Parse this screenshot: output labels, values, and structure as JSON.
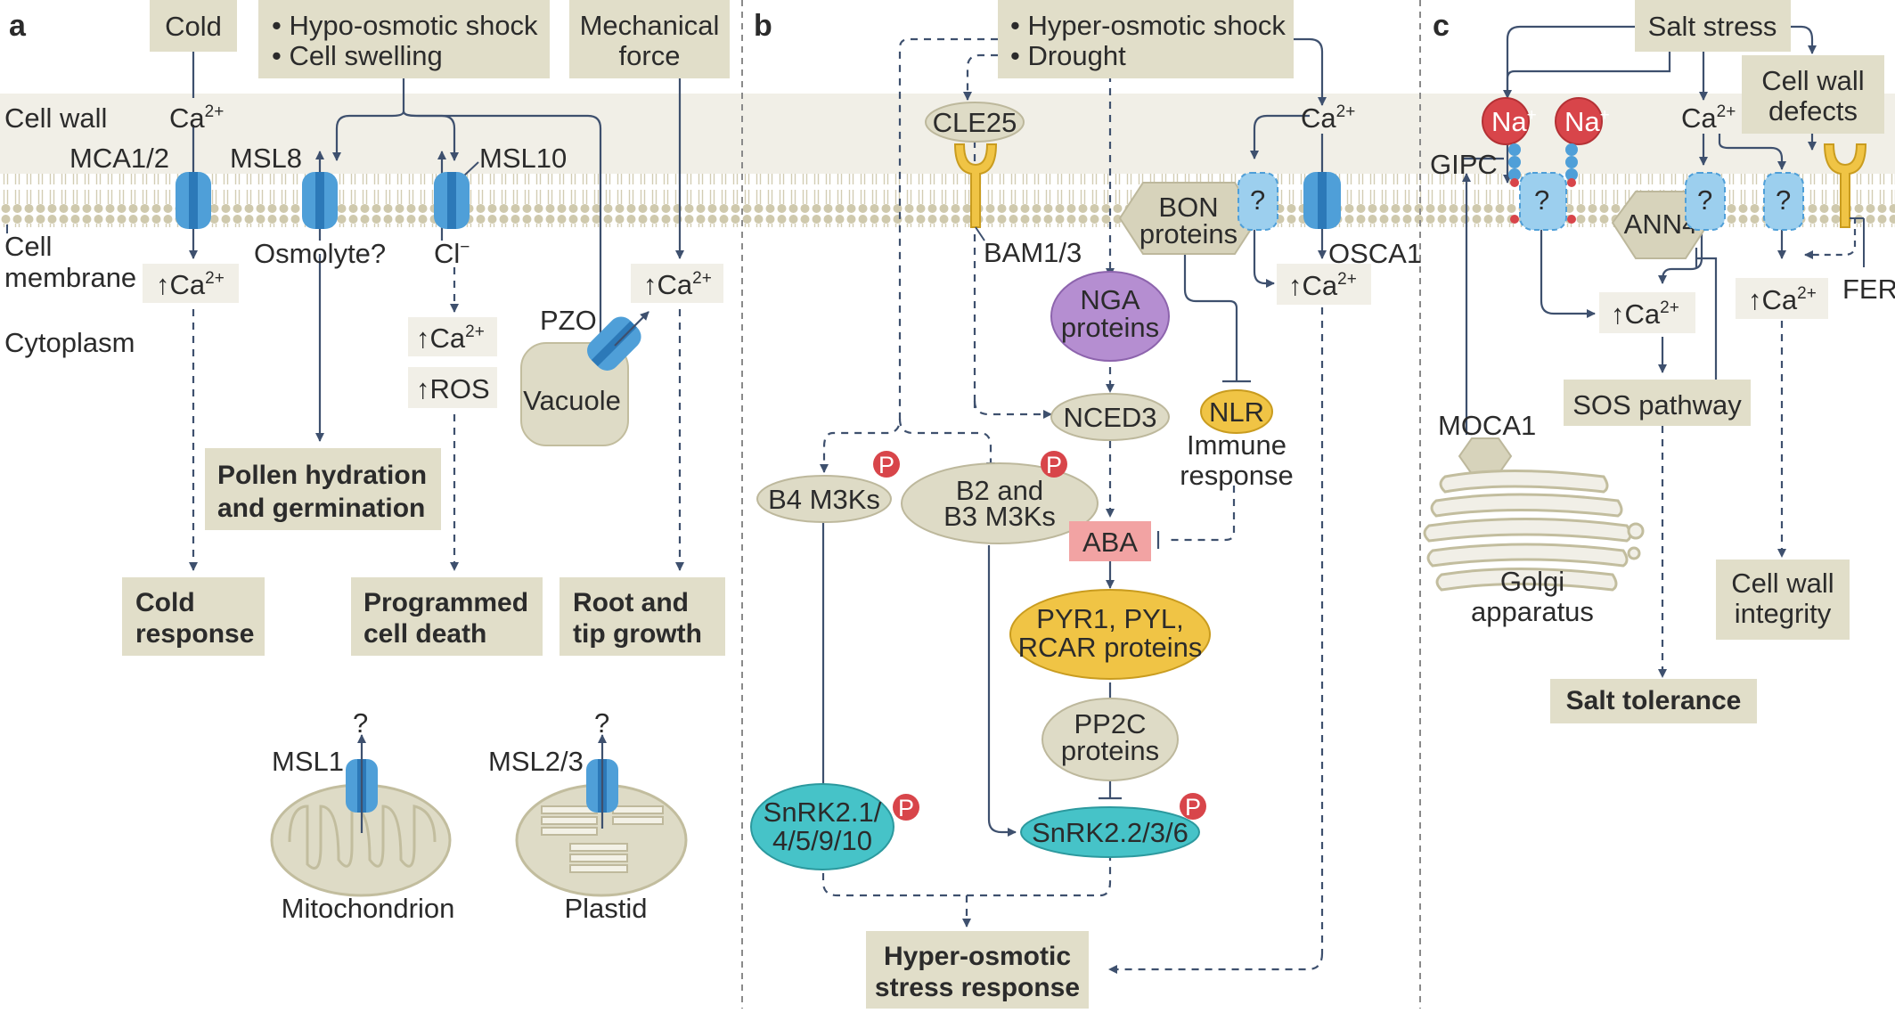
{
  "colors": {
    "wall": "#f1efe7",
    "box": "#e1dec9",
    "node": "#dedbc6",
    "channel": "#4f9fd8",
    "channel_light": "#9ccfee",
    "arrow": "#3e506e",
    "red": "#d8454a",
    "teal": "#46c3c8",
    "purple": "#a77fc4",
    "yellow": "#f0c445",
    "pink": "#f2a3a3"
  },
  "panels": {
    "a": "a",
    "b": "b",
    "c": "c"
  },
  "sup_2plus": "2+",
  "sup_plus": "+",
  "sup_minus": "−",
  "question": "?",
  "up": "↑",
  "p": "P",
  "left_labels": {
    "cell_wall": "Cell wall",
    "cell": "Cell",
    "membrane": "membrane",
    "cytoplasm": "Cytoplasm"
  },
  "a": {
    "cold": "Cold",
    "hypo_1": "• Hypo-osmotic shock",
    "hypo_2": "• Cell swelling",
    "mech_1": "Mechanical",
    "mech_2": "force",
    "ca": "Ca",
    "mca": "MCA1/2",
    "msl8": "MSL8",
    "msl10": "MSL10",
    "osmolyte": "Osmolyte?",
    "cl": "Cl",
    "ros": "↑ROS",
    "pzo": "PZO",
    "vacuole": "Vacuole",
    "pollen_1": "Pollen hydration",
    "pollen_2": "and germination",
    "cold_resp_1": "Cold",
    "cold_resp_2": "response",
    "pcd_1": "Programmed",
    "pcd_2": "cell death",
    "root_1": "Root and",
    "root_2": "tip growth",
    "msl1": "MSL1",
    "msl23": "MSL2/3",
    "mito": "Mitochondrion",
    "plastid": "Plastid"
  },
  "b": {
    "hyper_1": "• Hyper-osmotic shock",
    "hyper_2": "• Drought",
    "cle25": "CLE25",
    "bam": "BAM1/3",
    "bon_1": "BON",
    "bon_2": "proteins",
    "osca": "OSCA1",
    "nga_1": "NGA",
    "nga_2": "proteins",
    "nced": "NCED3",
    "nlr": "NLR",
    "immune_1": "Immune",
    "immune_2": "response",
    "b4": "B4 M3Ks",
    "b23_1": "B2 and",
    "b23_2": "B3 M3Ks",
    "aba": "ABA",
    "pyr_1": "PYR1, PYL,",
    "pyr_2": "RCAR proteins",
    "pp2c_1": "PP2C",
    "pp2c_2": "proteins",
    "snrk21_1": "SnRK2.1/",
    "snrk21_2": "4/5/9/10",
    "snrk22": "SnRK2.2/3/6",
    "hyper_resp_1": "Hyper-osmotic",
    "hyper_resp_2": "stress response"
  },
  "c": {
    "salt": "Salt stress",
    "cwd_1": "Cell wall",
    "cwd_2": "defects",
    "na": "Na",
    "gipc": "GIPC",
    "ann4": "ANN4",
    "fer": "FER",
    "sos": "SOS pathway",
    "moca": "MOCA1",
    "golgi_1": "Golgi",
    "golgi_2": "apparatus",
    "salt_tol": "Salt tolerance",
    "cwi_1": "Cell wall",
    "cwi_2": "integrity"
  }
}
